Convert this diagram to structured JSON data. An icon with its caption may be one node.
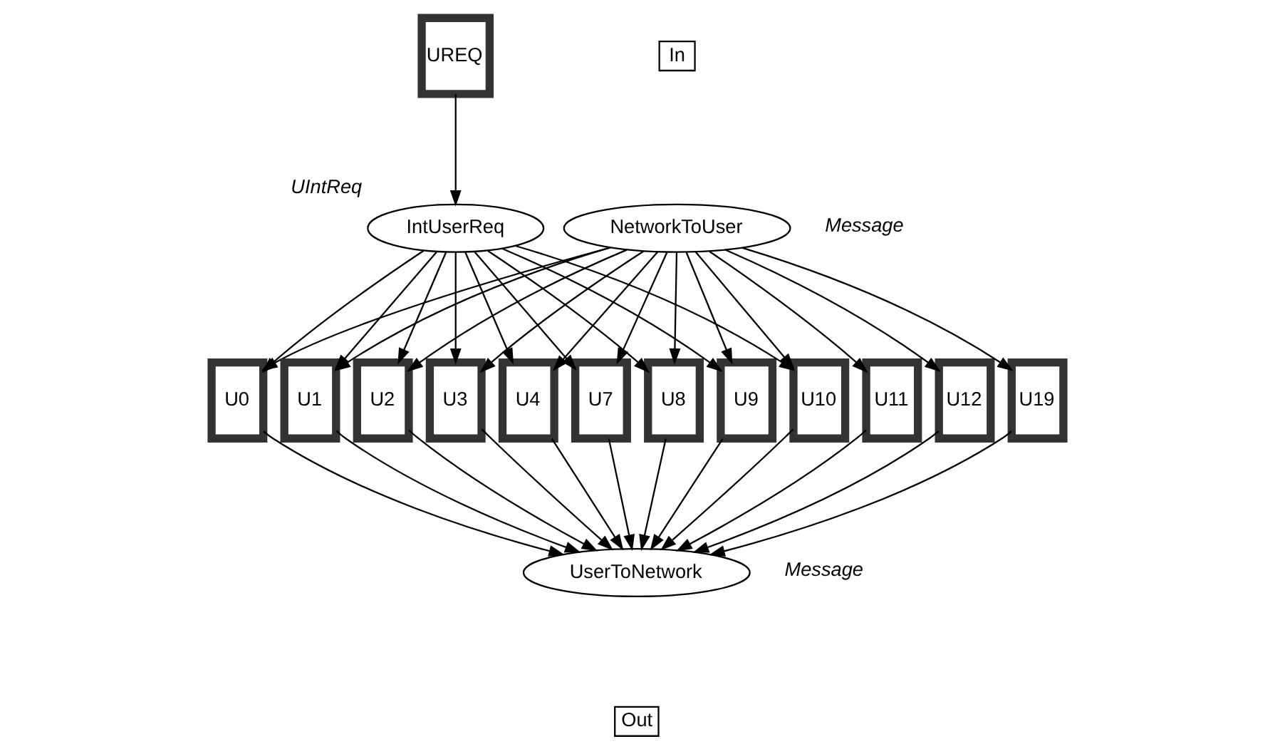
{
  "diagram": {
    "nodes": [
      {
        "text": [
          "UREQ"
        ]
      },
      {
        "text": [
          "In"
        ]
      },
      {
        "text": [
          "NetworkToUser"
        ],
        "beside": [
          "Message"
        ]
      },
      {
        "text": [
          "IntUserReq"
        ],
        "beside": [
          "UIntReq"
        ]
      },
      {
        "text": [
          "U0"
        ]
      },
      {
        "text": [
          "U1"
        ]
      },
      {
        "text": [
          "U2"
        ]
      },
      {
        "text": [
          "U3"
        ]
      },
      {
        "text": [
          "U4"
        ]
      },
      {
        "text": [
          "U7"
        ]
      },
      {
        "text": [
          "U8"
        ]
      },
      {
        "text": [
          "U9"
        ]
      },
      {
        "text": [
          "U10"
        ]
      },
      {
        "text": [
          "U11"
        ]
      },
      {
        "text": [
          "U12"
        ]
      },
      {
        "text": [
          "U19"
        ]
      },
      {
        "text": [
          "UserToNetwork"
        ],
        "beside": [
          "Message"
        ]
      },
      {
        "text": [
          "Out"
        ]
      }
    ],
    "edges": [
      {
        "from": 0,
        "to": 3,
        "arrow": "to"
      },
      {
        "from": 3,
        "to": 4,
        "arrow": "to"
      },
      {
        "from": 3,
        "to": 5,
        "arrow": "to"
      },
      {
        "from": 3,
        "to": 6,
        "arrow": "to"
      },
      {
        "from": 3,
        "to": 7,
        "arrow": "to"
      },
      {
        "from": 3,
        "to": 8,
        "arrow": "to"
      },
      {
        "from": 3,
        "to": 9,
        "arrow": "to"
      },
      {
        "from": 3,
        "to": 10,
        "arrow": "to"
      },
      {
        "from": 3,
        "to": 11,
        "arrow": "to"
      },
      {
        "from": 3,
        "to": 12,
        "arrow": "to"
      },
      {
        "from": 2,
        "to": 4,
        "arrow": "to"
      },
      {
        "from": 2,
        "to": 5,
        "arrow": "to"
      },
      {
        "from": 2,
        "to": 6,
        "arrow": "to"
      },
      {
        "from": 2,
        "to": 7,
        "arrow": "to"
      },
      {
        "from": 2,
        "to": 8,
        "arrow": "to"
      },
      {
        "from": 2,
        "to": 9,
        "arrow": "to"
      },
      {
        "from": 2,
        "to": 10,
        "arrow": "to"
      },
      {
        "from": 2,
        "to": 11,
        "arrow": "to"
      },
      {
        "from": 2,
        "to": 12,
        "arrow": "to"
      },
      {
        "from": 2,
        "to": 13,
        "arrow": "to"
      },
      {
        "from": 2,
        "to": 14,
        "arrow": "to"
      },
      {
        "from": 2,
        "to": 15,
        "arrow": "to"
      },
      {
        "from": 4,
        "to": 16,
        "arrow": "to"
      },
      {
        "from": 5,
        "to": 16,
        "arrow": "to"
      },
      {
        "from": 6,
        "to": 16,
        "arrow": "to"
      },
      {
        "from": 7,
        "to": 16,
        "arrow": "to"
      },
      {
        "from": 8,
        "to": 16,
        "arrow": "to"
      },
      {
        "from": 9,
        "to": 16,
        "arrow": "to"
      },
      {
        "from": 10,
        "to": 16,
        "arrow": "to"
      },
      {
        "from": 11,
        "to": 16,
        "arrow": "to"
      },
      {
        "from": 12,
        "to": 16,
        "arrow": "to"
      },
      {
        "from": 13,
        "to": 16,
        "arrow": "to"
      },
      {
        "from": 14,
        "to": 16,
        "arrow": "to"
      },
      {
        "from": 15,
        "to": 16,
        "arrow": "to"
      }
    ]
  }
}
